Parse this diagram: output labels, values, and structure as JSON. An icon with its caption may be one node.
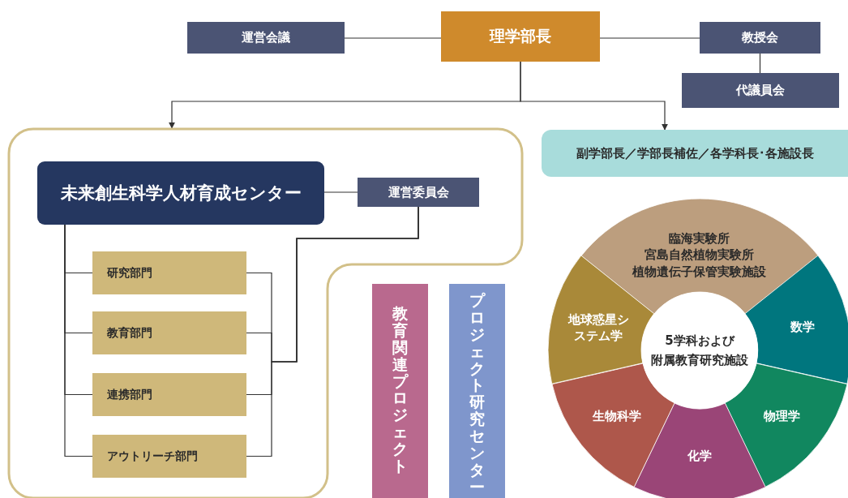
{
  "diagram": {
    "nodes": [
      {
        "text": [
          "理学部長"
        ]
      },
      {
        "text": [
          "運営会議"
        ]
      },
      {
        "text": [
          "教授会"
        ]
      },
      {
        "text": [
          "代議員会"
        ]
      },
      {
        "text": [],
        "shape": "box"
      },
      {
        "text": [
          "未来創生科学人材育成センター"
        ],
        "in": 4
      },
      {
        "text": [
          "運営委員会"
        ],
        "in": 4
      },
      {
        "text": [
          "研究部門"
        ],
        "in": 4
      },
      {
        "text": [
          "教育部門"
        ],
        "in": 4
      },
      {
        "text": [
          "連携部門"
        ],
        "in": 4
      },
      {
        "text": [
          "アウトリーチ部門"
        ],
        "in": 4
      },
      {
        "text": [
          "教育関連プロジェクト"
        ]
      },
      {
        "text": [
          "プロジェクト研究センター"
        ]
      },
      {
        "text": [
          "副学部長／学部長補佐／各学科長･各施設長"
        ]
      },
      {
        "text": [
          "5学科および",
          "附属教育研究施設"
        ]
      },
      {
        "text": [
          "臨海実験所",
          "宮島自然植物実験所",
          "植物遺伝子保管実験施設"
        ]
      },
      {
        "text": [
          "数学"
        ]
      },
      {
        "text": [
          "物理学"
        ]
      },
      {
        "text": [
          "化学"
        ]
      },
      {
        "text": [
          "生物科学"
        ]
      },
      {
        "text": [
          "地球惑星システム学"
        ]
      }
    ],
    "edges": [
      {
        "from": 0,
        "to": 1,
        "arrow": "none"
      },
      {
        "from": 0,
        "to": 2,
        "arrow": "none"
      },
      {
        "from": 2,
        "to": 3,
        "arrow": "none"
      },
      {
        "from": 0,
        "to": 4,
        "arrow": "to"
      },
      {
        "from": 0,
        "to": 13,
        "arrow": "to"
      },
      {
        "from": 5,
        "to": 6,
        "arrow": "none"
      },
      {
        "from": 5,
        "to": 7,
        "arrow": "none"
      },
      {
        "from": 5,
        "to": 8,
        "arrow": "none"
      },
      {
        "from": 5,
        "to": 9,
        "arrow": "none"
      },
      {
        "from": 5,
        "to": 10,
        "arrow": "none"
      },
      {
        "from": 6,
        "to": 7,
        "arrow": "none"
      },
      {
        "from": 6,
        "to": 8,
        "arrow": "none"
      },
      {
        "from": 6,
        "to": 9,
        "arrow": "none"
      },
      {
        "from": 6,
        "to": 10,
        "arrow": "none"
      }
    ]
  }
}
